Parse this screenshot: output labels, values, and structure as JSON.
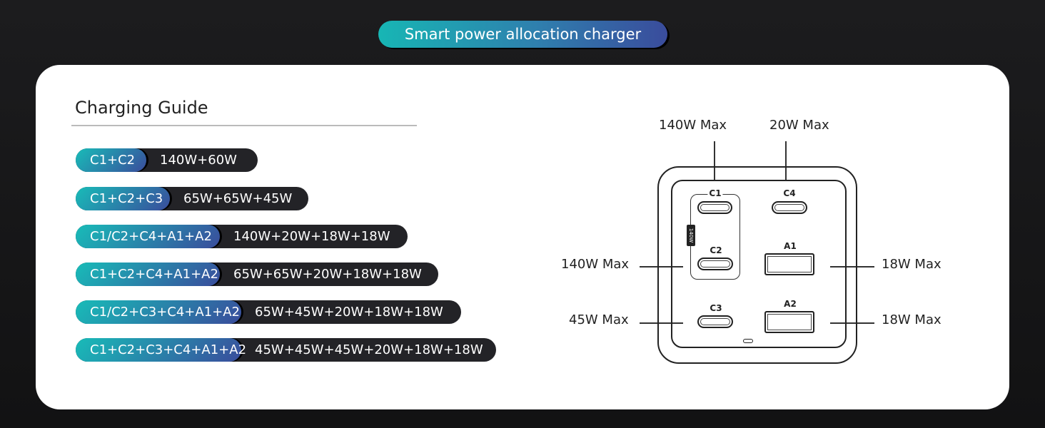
{
  "header": {
    "title": "Smart power allocation charger"
  },
  "guide": {
    "title": "Charging Guide",
    "rows": [
      {
        "ports": "C1+C2",
        "power": "140W+60W"
      },
      {
        "ports": "C1+C2+C3",
        "power": "65W+65W+45W"
      },
      {
        "ports": "C1/C2+C4+A1+A2",
        "power": "140W+20W+18W+18W"
      },
      {
        "ports": "C1+C2+C4+A1+A2",
        "power": "65W+65W+20W+18W+18W"
      },
      {
        "ports": "C1/C2+C3+C4+A1+A2",
        "power": "65W+45W+20W+18W+18W"
      },
      {
        "ports": "C1+C2+C3+C4+A1+A2",
        "power": "45W+45W+45W+20W+18W+18W"
      }
    ]
  },
  "diagram": {
    "labels": {
      "top_left": "140W Max",
      "top_right": "20W Max",
      "left_upper": "140W Max",
      "left_lower": "45W Max",
      "right_upper": "18W Max",
      "right_lower": "18W Max"
    },
    "ports": {
      "c1": "C1",
      "c2": "C2",
      "c3": "C3",
      "c4": "C4",
      "a1": "A1",
      "a2": "A2"
    },
    "group_tag": "140W"
  }
}
